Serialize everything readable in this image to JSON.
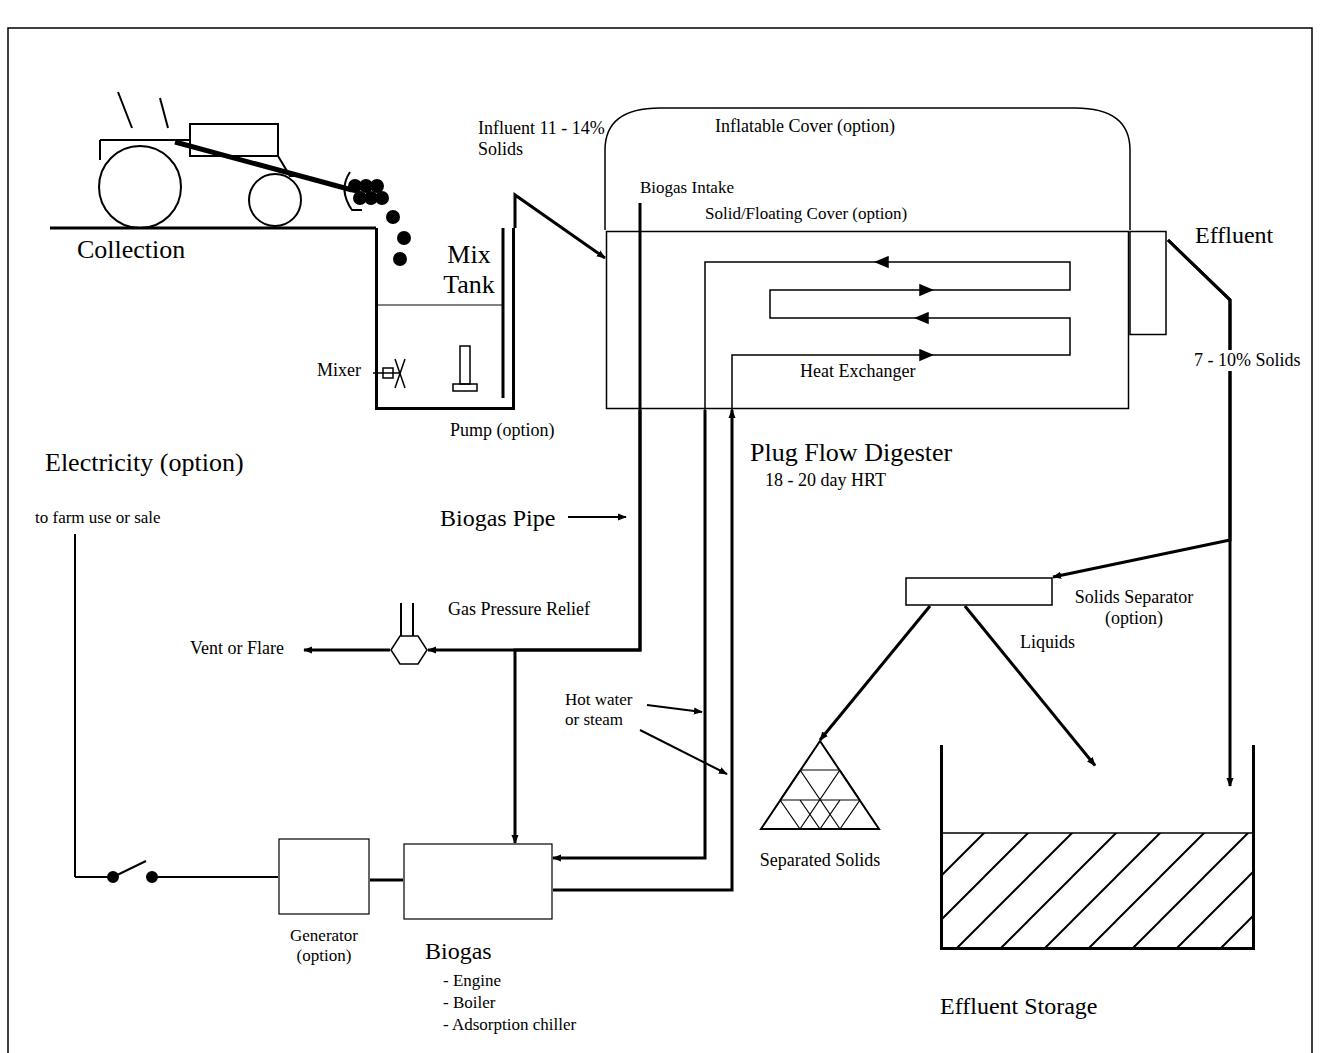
{
  "diagram": {
    "nodes": [
      {
        "text": [
          "Mix Tank",
          "Mixer",
          "Pump (option)"
        ]
      },
      {
        "text": [
          "Biogas Intake",
          "Solid/Floating Cover (option)",
          "Heat Exchanger",
          "Plug Flow Digester",
          "18 - 20 day HRT"
        ]
      },
      {
        "text": [
          "Gas Pressure Relief"
        ]
      },
      {
        "text": [
          "Solids Separator (option)"
        ]
      },
      {
        "text": [
          "Separated Solids"
        ]
      },
      {
        "text": [
          "Generator (option)"
        ]
      },
      {
        "text": [
          "Biogas",
          "- Engine",
          "- Boiler",
          "- Adsorption chiller"
        ]
      },
      {
        "text": [
          "Effluent Storage"
        ]
      }
    ],
    "edges": [
      {
        "from": 0,
        "to": 1,
        "arrow": "to",
        "label": "Influent 11 - 14% Solids"
      },
      {
        "from": 1,
        "to": 2,
        "arrow": "to"
      },
      {
        "from": 1,
        "to": 6,
        "arrow": "to"
      },
      {
        "from": 6,
        "to": 1,
        "arrow": "to"
      },
      {
        "from": 1,
        "to": 6,
        "arrow": "to"
      },
      {
        "from": 1,
        "to": 7,
        "arrow": "to"
      },
      {
        "from": 1,
        "to": 3,
        "arrow": "to"
      },
      {
        "from": 3,
        "to": 4,
        "arrow": "to"
      },
      {
        "from": 3,
        "to": 7,
        "arrow": "to",
        "label": "Liquids"
      },
      {
        "from": 5,
        "to": 6,
        "arrow": "none"
      }
    ],
    "labels": [
      "Collection",
      "Inflatable Cover (option)",
      "Effluent",
      "7 - 10% Solids",
      "Electricity (option)",
      "to farm use or sale",
      "Biogas Pipe",
      "Vent or Flare",
      "Hot water or steam"
    ]
  }
}
